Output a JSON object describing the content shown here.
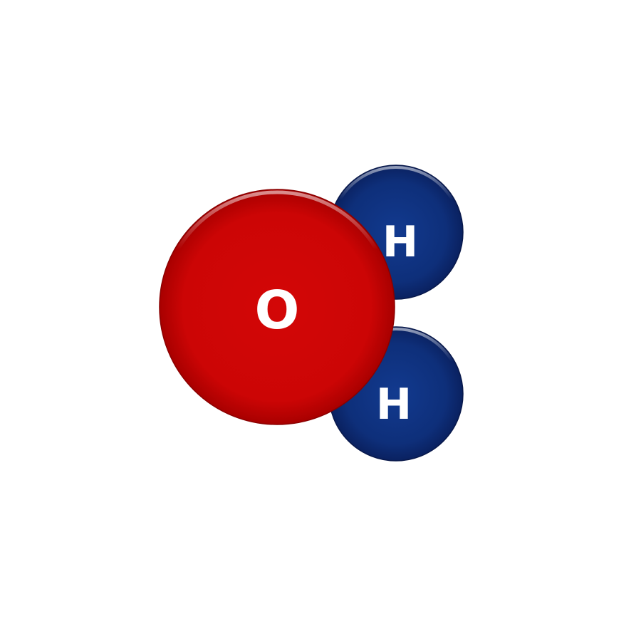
{
  "molecule": {
    "atoms": [
      {
        "element": "H",
        "label": "H",
        "color": "#0d2a73",
        "role": "hydrogen"
      },
      {
        "element": "H",
        "label": "H",
        "color": "#0d2a73",
        "role": "hydrogen"
      },
      {
        "element": "O",
        "label": "O",
        "color": "#cc0000",
        "role": "oxygen"
      }
    ]
  }
}
